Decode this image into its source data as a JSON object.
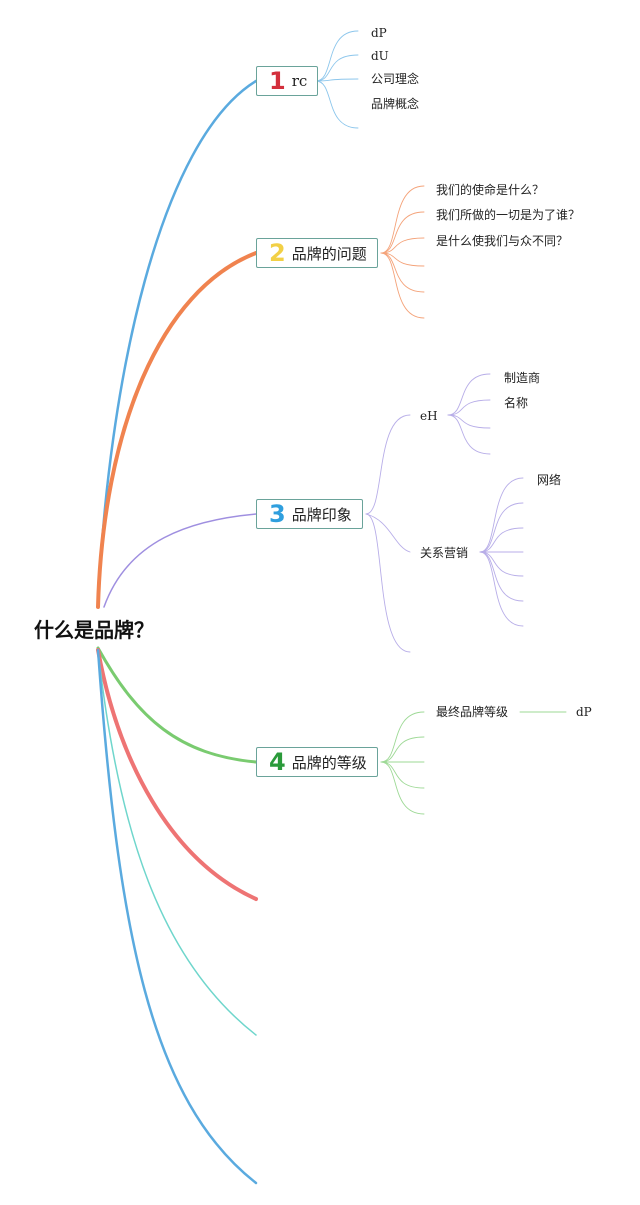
{
  "root": {
    "label": "什么是品牌？"
  },
  "branches": [
    {
      "number": "1",
      "title": "rc",
      "number_color": "#d32f3c",
      "line_color": "#5aaadf",
      "children": [
        "dP",
        "dU",
        "公司理念",
        "品牌概念"
      ]
    },
    {
      "number": "2",
      "title": "品牌的问题",
      "number_color": "#f2d046",
      "line_color": "#f0834f",
      "children": [
        "我们的使命是什么？",
        "我们所做的一切是为了谁？",
        "是什么使我们与众不同？"
      ]
    },
    {
      "number": "3",
      "title": "品牌印象",
      "number_color": "#2f9fde",
      "line_color": "#9f8fe0",
      "children": [
        {
          "label": "eH",
          "children": [
            "制造商",
            "名称"
          ]
        },
        {
          "label": "关系营销",
          "children": [
            "网络"
          ]
        }
      ]
    },
    {
      "number": "4",
      "title": "品牌的等级",
      "number_color": "#2a9a3a",
      "line_color": "#7acb70",
      "children": [
        {
          "label": "最终品牌等级",
          "children": [
            "dP"
          ]
        }
      ]
    }
  ],
  "extra_branch_colors": [
    "#ee7474",
    "#6fd6cc",
    "#5aaadf"
  ]
}
